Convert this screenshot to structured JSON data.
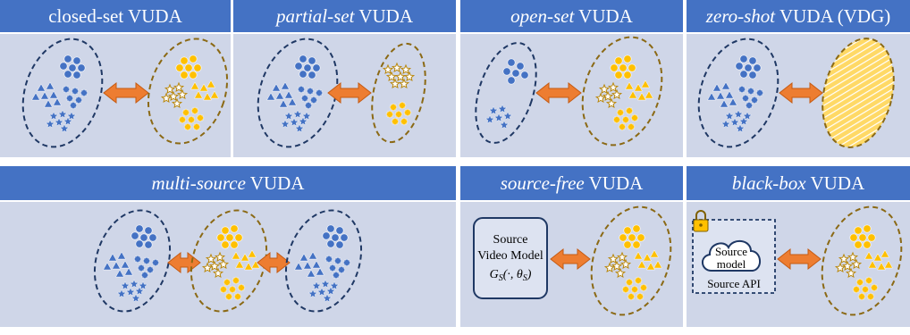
{
  "headers": {
    "closed_set": {
      "italic": "",
      "rest": "closed-set VUDA"
    },
    "partial_set": {
      "italic": "partial-set",
      "rest": " VUDA"
    },
    "open_set": {
      "italic": "open-set",
      "rest": " VUDA"
    },
    "zero_shot": {
      "italic": "zero-shot",
      "rest": " VUDA (VDG)"
    },
    "multi_source": {
      "italic": "multi-source",
      "rest": " VUDA"
    },
    "source_free": {
      "italic": "source-free",
      "rest": " VUDA"
    },
    "black_box": {
      "italic": "black-box",
      "rest": " VUDA"
    }
  },
  "source_free_box": {
    "line1": "Source",
    "line2": "Video Model",
    "formula_main": "G",
    "formula_sub": "S",
    "formula_rest": "(·, θ",
    "formula_sub2": "S",
    "formula_end": ")"
  },
  "black_box_api": {
    "cloud_line1": "Source",
    "cloud_line2": "model",
    "caption": "Source API"
  },
  "colors": {
    "header": "#4472c4",
    "panel": "#cfd6e8",
    "source_marker": "#4472c4",
    "target_marker": "#ffc000",
    "source_outline": "#1f3864",
    "target_outline": "#8b6914",
    "arrow": "#ed7d31"
  }
}
